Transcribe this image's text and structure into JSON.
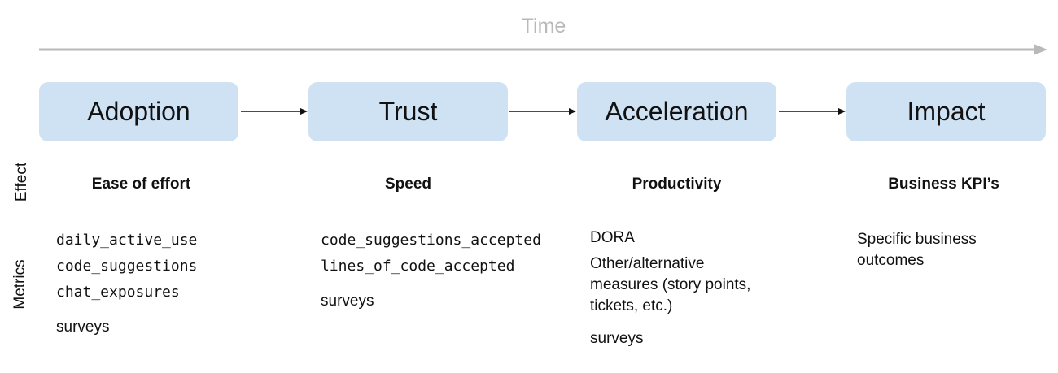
{
  "time_label": "Time",
  "row_labels": {
    "effect": "Effect",
    "metrics": "Metrics"
  },
  "stages": [
    {
      "name": "Adoption",
      "effect": "Ease of effort",
      "metrics": {
        "code": [
          "daily_active_use",
          "code_suggestions",
          "chat_exposures"
        ],
        "text": [
          "surveys"
        ]
      }
    },
    {
      "name": "Trust",
      "effect": "Speed",
      "metrics": {
        "code": [
          "code_suggestions_accepted",
          "lines_of_code_accepted"
        ],
        "text": [
          "surveys"
        ]
      }
    },
    {
      "name": "Acceleration",
      "effect": "Productivity",
      "metrics": {
        "text": [
          "DORA",
          "Other/alternative measures (story points, tickets, etc.)",
          "surveys"
        ]
      }
    },
    {
      "name": "Impact",
      "effect": "Business KPI’s",
      "metrics": {
        "text": [
          "Specific business outcomes"
        ]
      }
    }
  ],
  "colors": {
    "stage_fill": "#cfe2f3",
    "time_arrow": "#b9b9b9",
    "text": "#111111"
  }
}
